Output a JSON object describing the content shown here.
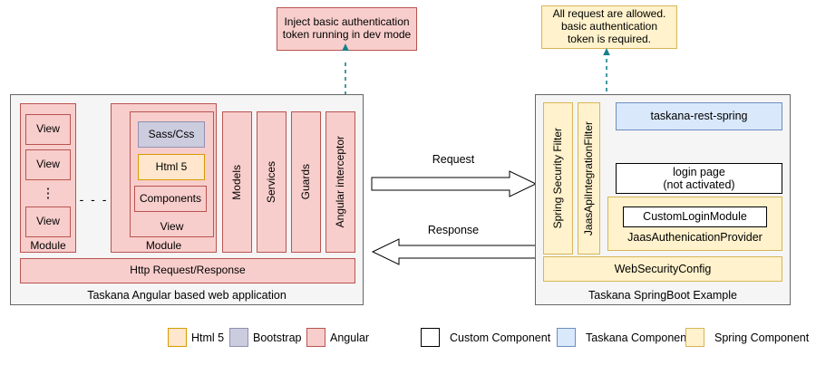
{
  "callouts": {
    "left": {
      "text": "Inject basic authentication token running in dev mode",
      "color": "#f8cecc"
    },
    "right": {
      "text": "All request are allowed. basic authentication token is required.",
      "color": "#fff2cc"
    }
  },
  "client_panel": {
    "caption": "Taskana Angular based web application",
    "module_left": {
      "label": "Module",
      "views": [
        "View",
        "View",
        "View"
      ],
      "ellipsis": "⋮"
    },
    "between_modules": "- - -",
    "module_right": {
      "label": "Module",
      "view_label": "View",
      "items": [
        {
          "label": "Sass/Css",
          "kind": "bootstrap"
        },
        {
          "label": "Html 5",
          "kind": "html5"
        },
        {
          "label": "Components",
          "kind": "angular"
        }
      ]
    },
    "columns": [
      "Models",
      "Services",
      "Guards",
      "Angular interceptor"
    ],
    "http_bar": "Http Request/Response"
  },
  "server_panel": {
    "caption": "Taskana SpringBoot Example",
    "filters": [
      "Spring Security Filter",
      "JaasApiIntegrationFilter"
    ],
    "rest": "taskana-rest-spring",
    "login_page": {
      "line1": "login page",
      "line2": "(not activated)"
    },
    "jaas_provider": {
      "label": "JaasAuthenicationProvider",
      "inner": "CustomLoginModule"
    },
    "web_security_config": "WebSecurityConfig"
  },
  "arrows": {
    "request": "Request",
    "response": "Response"
  },
  "legend": {
    "left_items": [
      {
        "label": "Html 5",
        "color": "#ffe6cc",
        "border": "#d79b00"
      },
      {
        "label": "Bootstrap",
        "color": "#ccccdf",
        "border": "#9090b0"
      },
      {
        "label": "Angular",
        "color": "#f8cecc",
        "border": "#b85450"
      }
    ],
    "right_items": [
      {
        "label": "Custom Component",
        "color": "#ffffff",
        "border": "#000000"
      },
      {
        "label": "Taskana Component",
        "color": "#dae8fc",
        "border": "#6c8ebf"
      },
      {
        "label": "Spring Component",
        "color": "#fff2cc",
        "border": "#d6b656"
      }
    ]
  },
  "colors": {
    "connector": "#15808c",
    "panel_bg": "#f5f5f5",
    "panel_border": "#666666"
  }
}
